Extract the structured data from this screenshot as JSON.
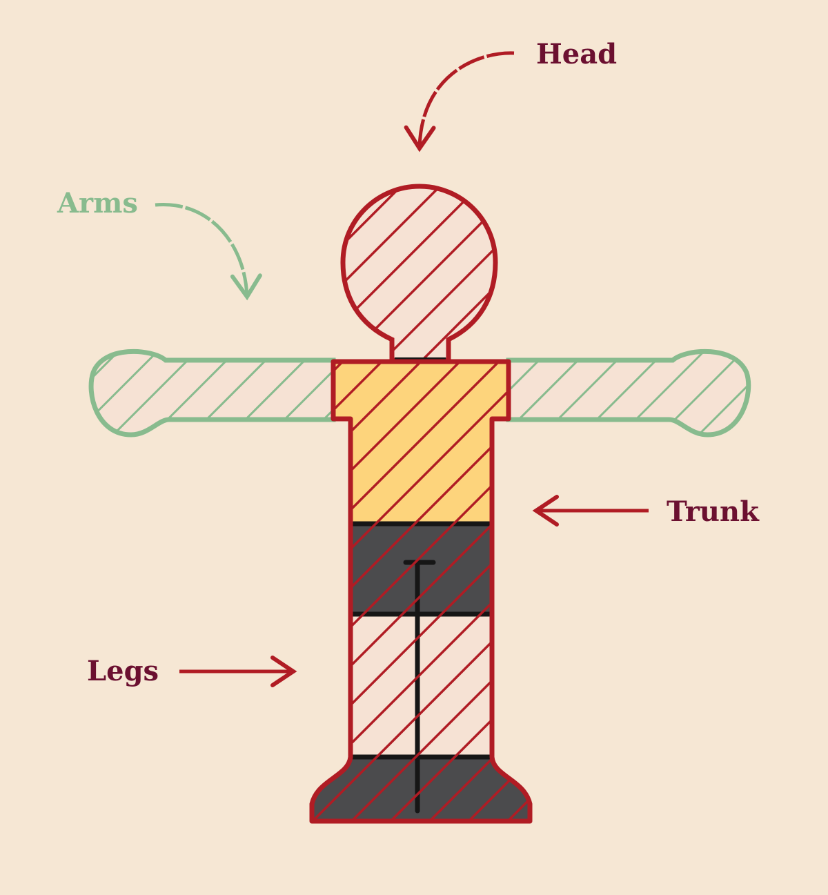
{
  "labels": {
    "head": "Head",
    "arms": "Arms",
    "trunk": "Trunk",
    "legs": "Legs"
  },
  "colors": {
    "background": "#f6e7d4",
    "red": "#b01c24",
    "label_dark": "#6b1030",
    "green": "#88bb8e",
    "yellow": "#fdd47c",
    "gray": "#4b4b4d",
    "black": "#161616"
  }
}
